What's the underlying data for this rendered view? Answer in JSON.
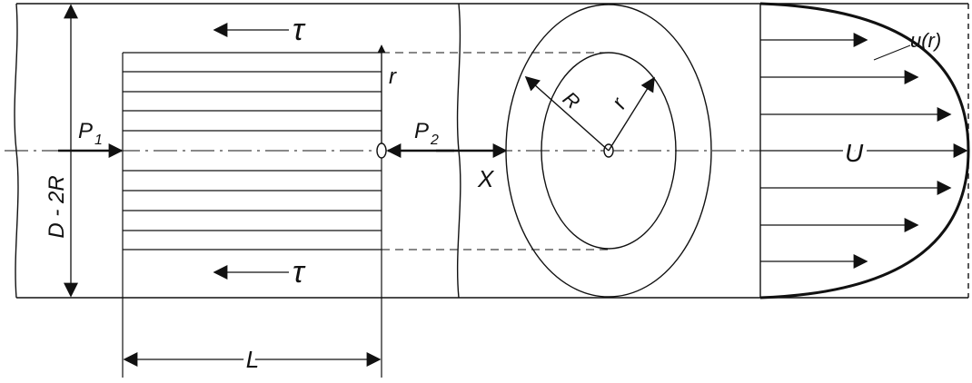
{
  "labels": {
    "tau_top": "τ",
    "tau_bottom": "τ",
    "r_axis": "r",
    "p1": "P",
    "p1_sub": "1",
    "p2": "P",
    "p2_sub": "2",
    "x_axis": "X",
    "diameter": "D - 2R",
    "length": "L",
    "radius_outer": "R",
    "radius_inner": "r",
    "velocity_max": "U",
    "velocity_profile": "u(r)"
  },
  "colors": {
    "ink": "#111111",
    "background": "#ffffff"
  }
}
